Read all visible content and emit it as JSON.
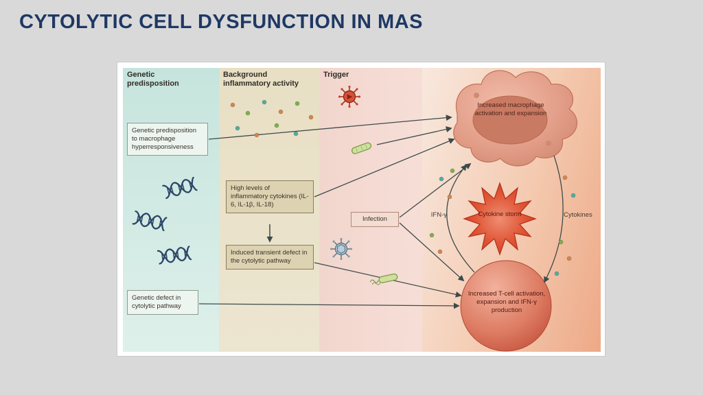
{
  "slide": {
    "title": "CYTOLYTIC CELL DYSFUNCTION IN MAS"
  },
  "figure": {
    "columns": {
      "genetic": {
        "header": "Genetic predisposition"
      },
      "background": {
        "header": "Background inflammatory activity"
      },
      "trigger": {
        "header": "Trigger"
      }
    },
    "boxes": {
      "genetic_predisposition": {
        "label": "Genetic predisposition to macrophage hyperresponsiveness"
      },
      "genetic_defect": {
        "label": "Genetic defect in cytolytic pathway"
      },
      "high_cytokines": {
        "label": "High levels of inflammatory cytokines (IL-6, IL-1β, IL-18)"
      },
      "induced_defect": {
        "label": "Induced transient defect in the cytolytic pathway"
      },
      "infection": {
        "label": "Infection"
      }
    },
    "nodes": {
      "macrophage": {
        "label": "Increased macrophage activation and expansion"
      },
      "cytokine_storm": {
        "label": "Cytokine storm"
      },
      "tcell": {
        "label": "Increased T-cell activation, expansion and IFN-γ production"
      }
    },
    "flow_labels": {
      "ifn_gamma": "IFN-γ",
      "cytokines": "Cytokines"
    },
    "colors": {
      "title": "#1f3864",
      "genetic_column": "#c6e4dd",
      "background_column": "#e8dfc4",
      "trigger_column": "#f2d6ce",
      "right_panel": "#f4cab0",
      "storm_red": "#d84326",
      "arrow": "#3d4a4a"
    }
  }
}
